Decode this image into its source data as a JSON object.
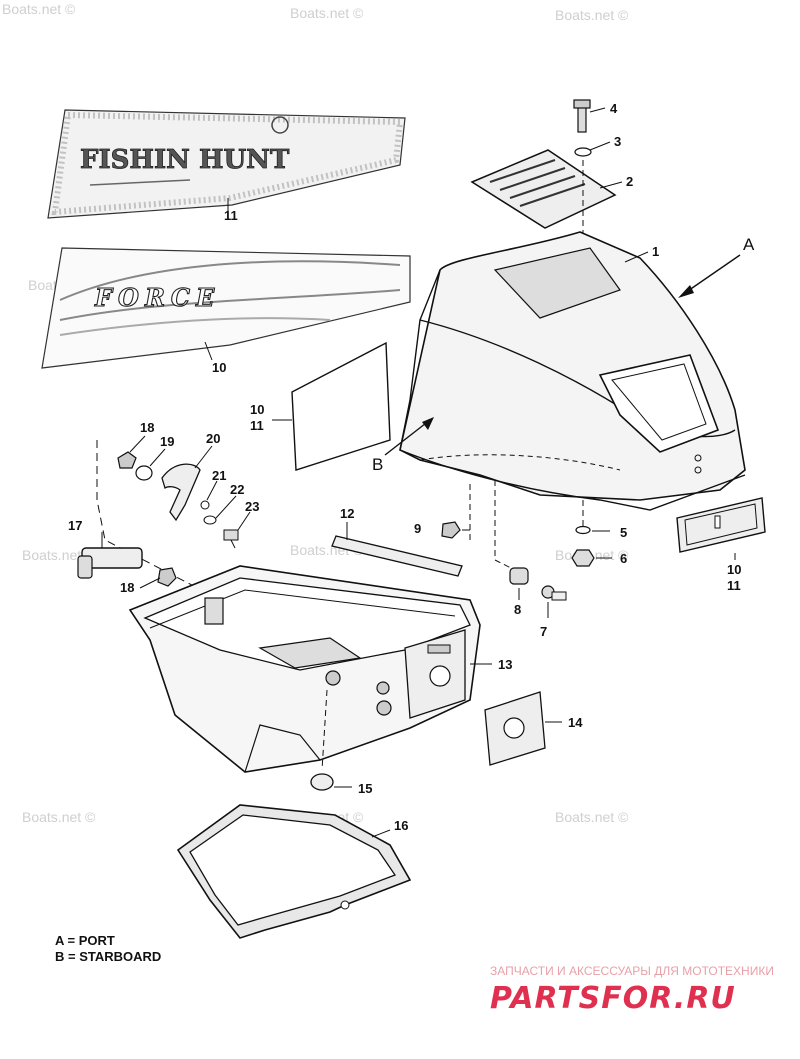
{
  "watermark_text": "Boats.net ©",
  "decal_fishin_hunt": "FISHIN HUNT",
  "decal_force": "FORCE",
  "labels": {
    "n1": "1",
    "n2": "2",
    "n3": "3",
    "n4": "4",
    "n5": "5",
    "n6": "6",
    "n7": "7",
    "n8": "8",
    "n9": "9",
    "n10a": "10",
    "n10b": "10",
    "n10c": "10",
    "n11a": "11",
    "n11b": "11",
    "n11c": "11",
    "n12": "12",
    "n13": "13",
    "n14": "14",
    "n15": "15",
    "n16": "16",
    "n17": "17",
    "n18a": "18",
    "n18b": "18",
    "n19": "19",
    "n20": "20",
    "n21": "21",
    "n22": "22",
    "n23": "23",
    "A": "A",
    "B": "B"
  },
  "legend": {
    "port": "A = PORT",
    "starboard": "B = STARBOARD"
  },
  "brand": {
    "tagline": "ЗАПЧАСТИ И АКСЕССУАРЫ ДЛЯ МОТОТЕХНИКИ",
    "logo": "PARTSFOR.RU",
    "color": "#e03050"
  }
}
